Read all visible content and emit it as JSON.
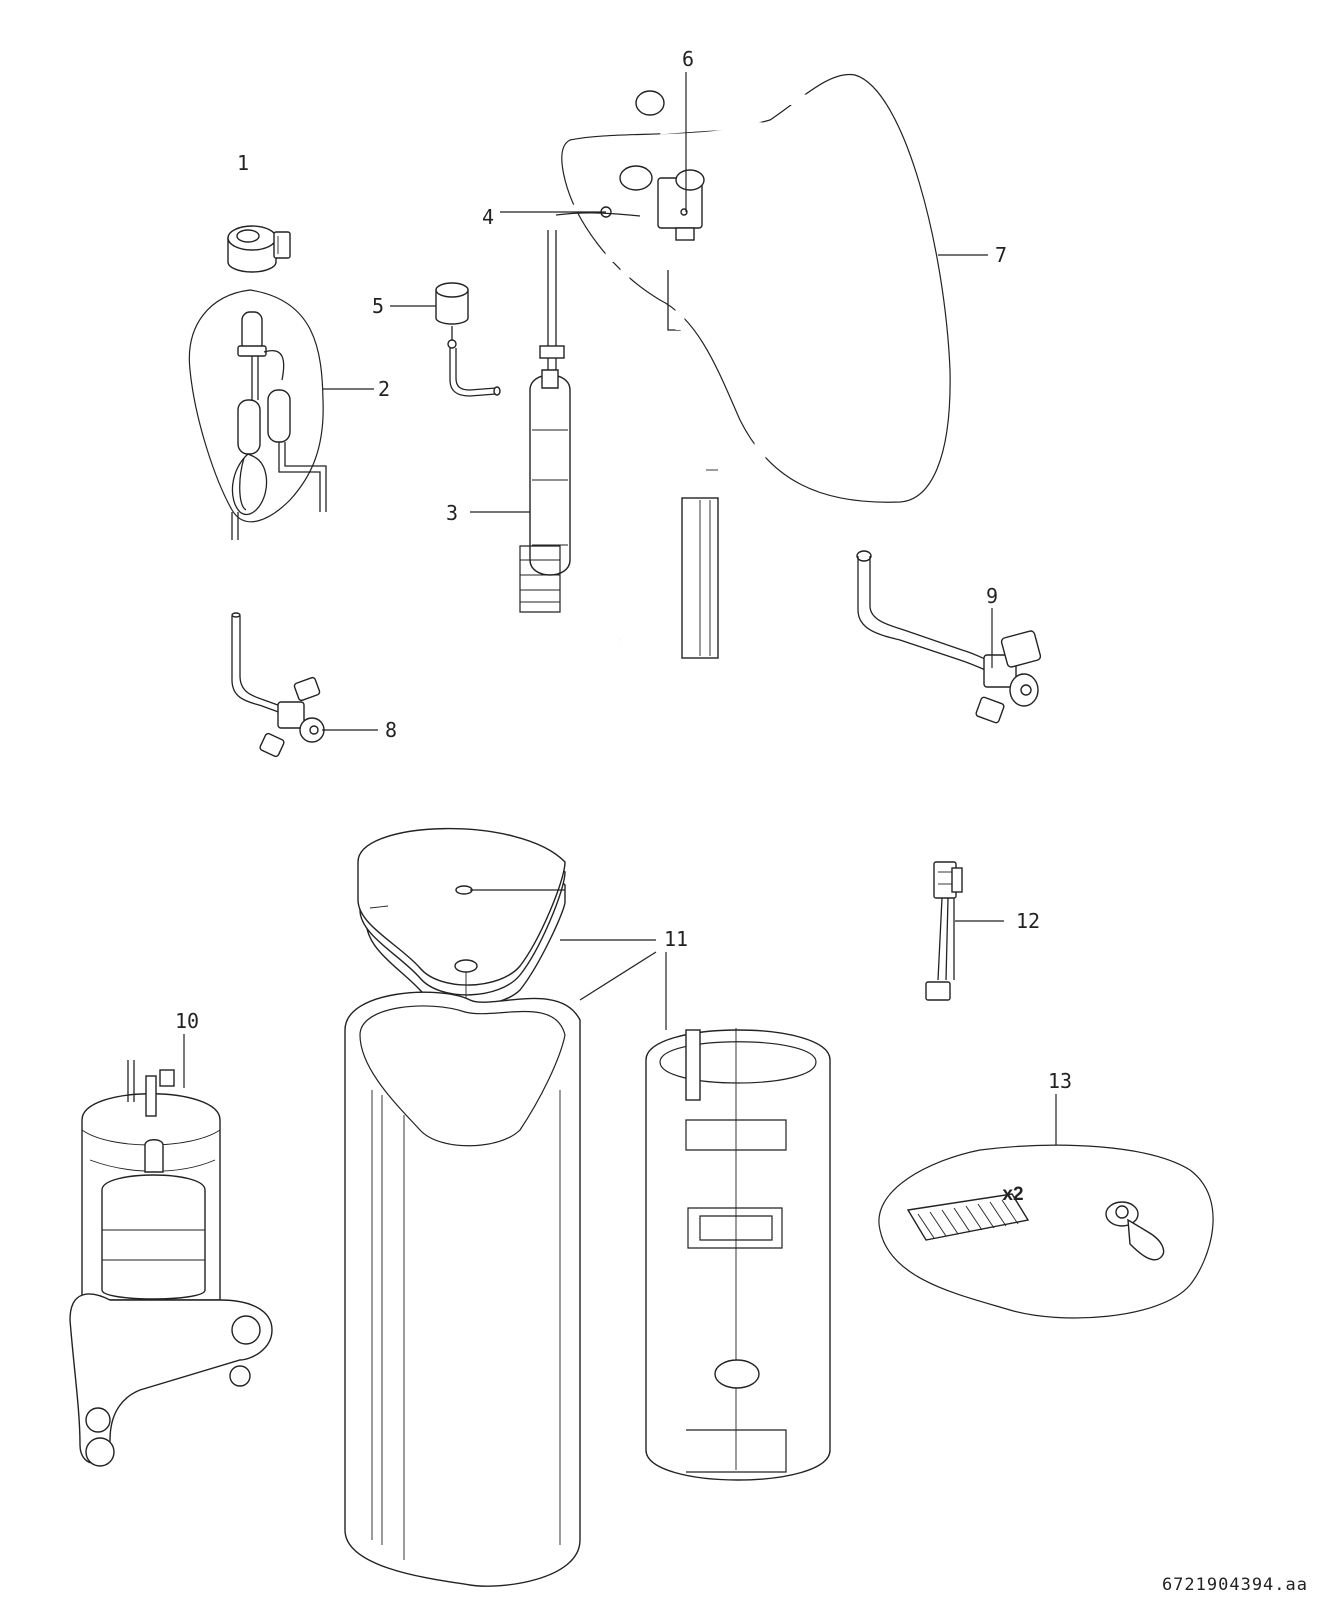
{
  "drawing_ref": "6721904394.aa",
  "parts": [
    {
      "id": "part-1",
      "number": "1"
    },
    {
      "id": "part-2",
      "number": "2"
    },
    {
      "id": "part-3",
      "number": "3"
    },
    {
      "id": "part-4",
      "number": "4"
    },
    {
      "id": "part-5",
      "number": "5"
    },
    {
      "id": "part-6",
      "number": "6"
    },
    {
      "id": "part-7",
      "number": "7"
    },
    {
      "id": "part-8",
      "number": "8"
    },
    {
      "id": "part-9",
      "number": "9"
    },
    {
      "id": "part-10",
      "number": "10"
    },
    {
      "id": "part-11",
      "number": "11"
    },
    {
      "id": "part-12",
      "number": "12"
    },
    {
      "id": "part-13",
      "number": "13"
    }
  ],
  "kit_13": {
    "quantity": "x2"
  }
}
